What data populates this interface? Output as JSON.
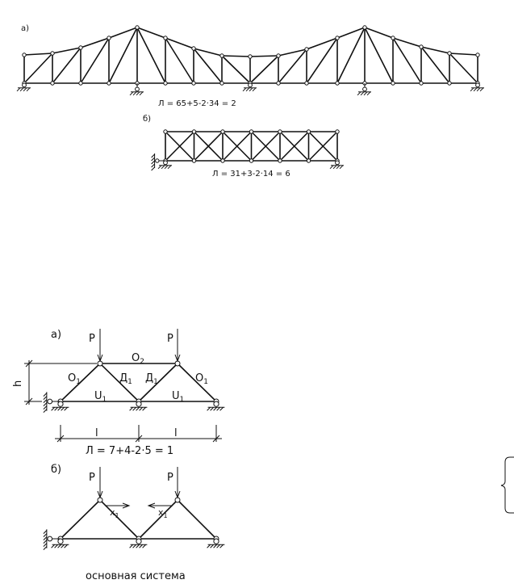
{
  "fig1": {
    "label_a": "а)",
    "formula_a": "Л = 65+5-2·34 = 2",
    "label_b": "б)",
    "formula_b": "Л = 31+3-2·14 = 6"
  },
  "fig2": {
    "label_a": "а)",
    "load_left": "P",
    "load_right": "P",
    "chord_top": "O",
    "chord_top_sub": "2",
    "chord_left": "O",
    "chord_left_sub": "1",
    "chord_right": "O",
    "chord_right_sub": "1",
    "diag_left": "Д",
    "diag_left_sub": "1",
    "diag_right": "Д",
    "diag_right_sub": "1",
    "bottom_left": "U",
    "bottom_left_sub": "1",
    "bottom_right": "U",
    "bottom_right_sub": "1",
    "height": "h",
    "span_left": "l",
    "span_right": "l",
    "formula": "Л = 7+4-2·5 = 1",
    "label_b": "б)",
    "load_left_b": "P",
    "load_right_b": "P",
    "x_left": "x",
    "x_left_sub": "1",
    "x_right": "x",
    "x_right_sub": "1",
    "caption": "основная система"
  }
}
